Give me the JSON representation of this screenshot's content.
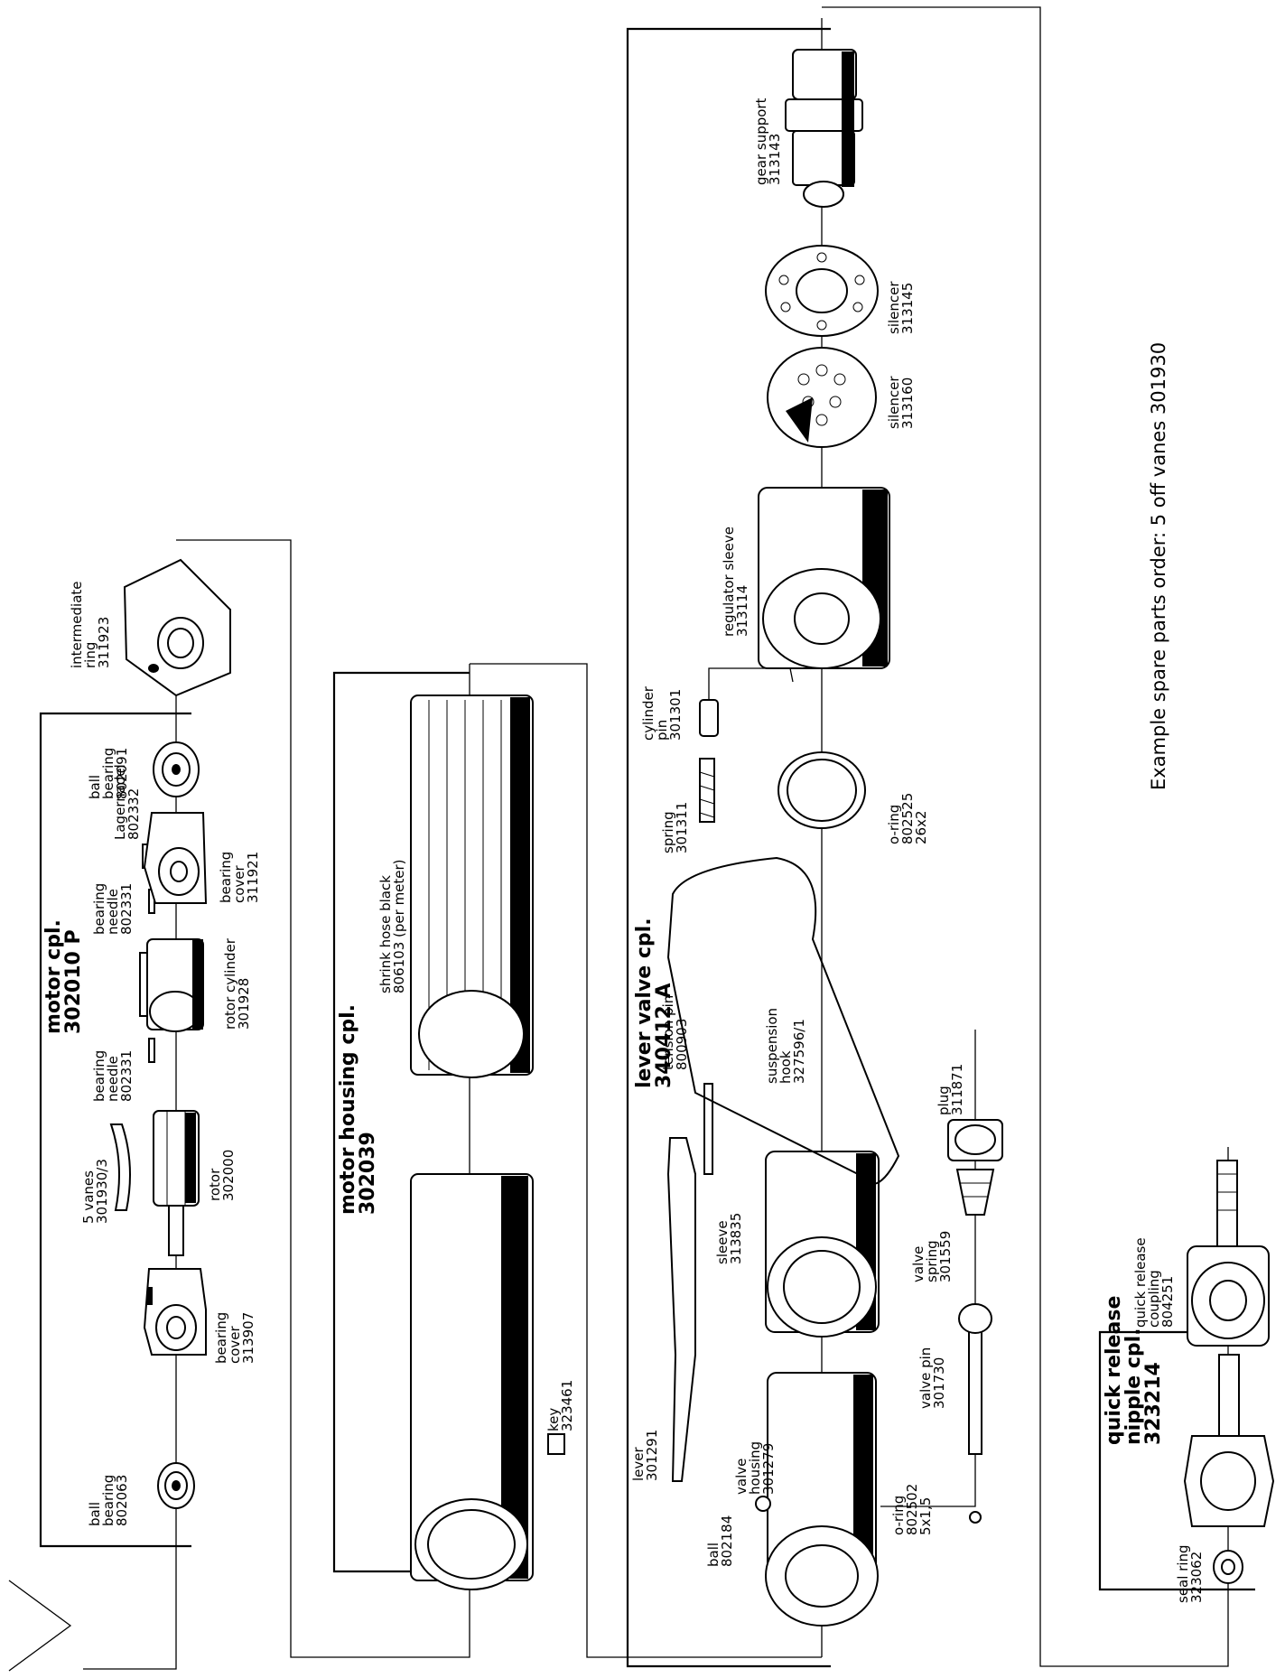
{
  "note": "Example spare parts order: 5 off vanes 301930",
  "groups": {
    "motor": {
      "title": "motor cpl.",
      "number": "302010 P"
    },
    "motor_housing": {
      "title": "motor housing cpl.",
      "number": "302039"
    },
    "lever_valve": {
      "title": "lever valve cpl.",
      "number": "340412 A"
    },
    "nipple": {
      "line1": "quick release",
      "line2": "nipple cpl.",
      "number": "323214"
    }
  },
  "parts": {
    "ball_bearing_1": [
      "ball",
      "bearing",
      "802063"
    ],
    "bearing_cover_1": [
      "bearing",
      "cover",
      "313907"
    ],
    "vanes": [
      "5 vanes",
      "301930/3"
    ],
    "rotor": [
      "rotor",
      "302000"
    ],
    "bearing_needle_1": [
      "bearing",
      "needle",
      "802331"
    ],
    "rotor_cylinder": [
      "rotor cylinder",
      "301928"
    ],
    "bearing_needle_2": [
      "bearing",
      "needle",
      "802331"
    ],
    "lagernadel": [
      "Lagernadel",
      "802332"
    ],
    "bearing_cover_2": [
      "bearing",
      "cover",
      "311921"
    ],
    "ball_bearing_2": [
      "ball",
      "bearing",
      "802091"
    ],
    "intermediate_ring": [
      "intermediate",
      "ring",
      "311923"
    ],
    "shrink_hose": [
      "shrink hose black",
      "806103 (per meter)"
    ],
    "key": [
      "key",
      "323461"
    ],
    "ball": [
      "ball",
      "802184"
    ],
    "valve_housing": [
      "valve",
      "housing",
      "301279"
    ],
    "lever": [
      "lever",
      "301291"
    ],
    "sleeve": [
      "sleeve",
      "313835"
    ],
    "tension_pin": [
      "tension pin",
      "800903"
    ],
    "suspension_hook": [
      "suspension",
      "hook",
      "327596/1"
    ],
    "o_ring_1": [
      "o-ring",
      "802502",
      "5x1,5"
    ],
    "valve_pin": [
      "valve pin",
      "301730"
    ],
    "valve_spring": [
      "valve",
      "spring",
      "301559"
    ],
    "plug": [
      "plug",
      "311871"
    ],
    "spring": [
      "spring",
      "301311"
    ],
    "cylinder_pin": [
      "cylinder",
      "pin",
      "301301"
    ],
    "o_ring_2": [
      "o-ring",
      "802525",
      "26x2"
    ],
    "regulator_sleeve": [
      "regulator sleeve",
      "313114"
    ],
    "silencer_1": [
      "silencer",
      "313160"
    ],
    "silencer_2": [
      "silencer",
      "313145"
    ],
    "gear_support": [
      "gear support",
      "313143"
    ],
    "seal_ring": [
      "seal ring",
      "323062"
    ],
    "quick_release_coupling": [
      "quick release",
      "coupling",
      "804251"
    ]
  }
}
